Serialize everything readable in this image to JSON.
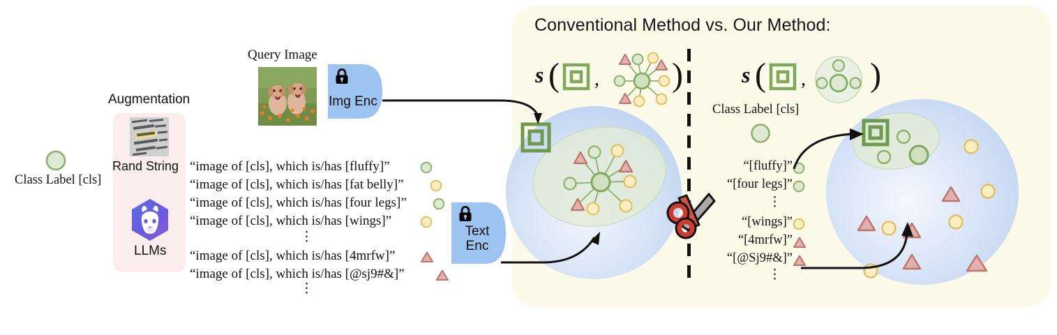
{
  "figure": {
    "left_section": {
      "class_label_caption": "Class Label [cls]",
      "augmentation_title": "Augmentation",
      "augmentation_sources": [
        {
          "id": "rand-string",
          "label": "Rand String",
          "icon": "noisy-text-thumbnail"
        },
        {
          "id": "llms",
          "label": "LLMs",
          "icon": "llama-hexagon-icon"
        }
      ],
      "query_image_caption": "Query Image",
      "query_image_alt": "two golden retriever puppies sitting on grass with orange flowers",
      "encoders": [
        {
          "id": "img-enc",
          "label": "Img Enc",
          "lock": true,
          "lock_icon": "lock-icon"
        },
        {
          "id": "text-enc",
          "label": "Text\nEnc",
          "label_line1": "Text",
          "label_line2": "Enc",
          "lock": true,
          "lock_icon": "lock-icon"
        }
      ],
      "prompts": [
        {
          "text": "“image of [cls], which is/has [fluffy]”",
          "marker": "green-circle"
        },
        {
          "text": "“image of [cls], which is/has [fat belly]”",
          "marker": "yellow-circle"
        },
        {
          "text": "“image of [cls], which is/has [four legs]”",
          "marker": "green-circle"
        },
        {
          "text": "“image of [cls], which is/has [wings]”",
          "marker": "yellow-circle"
        },
        {
          "text": "⋮",
          "marker": "none"
        },
        {
          "text": "“image of [cls], which is/has [4mrfw]”",
          "marker": "red-triangle"
        },
        {
          "text": "“image of [cls], which is/has [@sj9#&]”",
          "marker": "red-triangle"
        },
        {
          "text": "⋮",
          "marker": "none"
        }
      ]
    },
    "right_panel": {
      "title": "Conventional Method  vs.  Our Method:",
      "conventional": {
        "formula_s": "s",
        "formula_open": "(",
        "formula_comma": ",",
        "formula_close": ")",
        "image_token_icon": "nested-green-square-icon",
        "text_token_icon": "star-graph-icon"
      },
      "ours": {
        "formula_s": "s",
        "formula_open": "(",
        "formula_comma": ",",
        "formula_close": ")",
        "image_token_icon": "nested-green-square-icon",
        "text_token_icon": "clustered-circles-icon"
      },
      "divider_icon": "scissors-icon",
      "class_label_caption": "Class Label [cls]",
      "kept_prompts": [
        {
          "text": "“[fluffy]”",
          "marker": "green-circle"
        },
        {
          "text": "“[four legs]”",
          "marker": "green-circle"
        },
        {
          "text": "⋮",
          "marker": "none"
        },
        {
          "text": "“[wings]”",
          "marker": "yellow-circle"
        },
        {
          "text": "“[4mrfw]”",
          "marker": "red-triangle"
        },
        {
          "text": "“[@Sj9#&]”",
          "marker": "red-triangle"
        },
        {
          "text": "⋮",
          "marker": "none"
        }
      ]
    },
    "colors": {
      "panel_background": "#fcfae8",
      "augmentation_card": "#fbeced",
      "green_fill": "#dde9d2",
      "green_stroke": "#8cb06b",
      "yellow_fill": "#fbeec2",
      "yellow_stroke": "#e2bf62",
      "red_fill": "#e0b2ae",
      "red_stroke": "#c0706a",
      "encoder_blue": "#9dc3f0",
      "sphere_blue": "#c9d9f2",
      "cluster_green": "#e2ecd8",
      "scissors_red": "#cf3a32",
      "scissors_gray": "#9a9a9a",
      "llm_purple": "#6a5ae0"
    }
  }
}
